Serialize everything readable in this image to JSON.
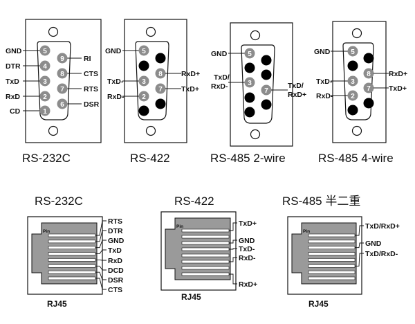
{
  "db9": {
    "rs232c": {
      "caption": "RS-232C",
      "left_labels": [
        {
          "pin": "5",
          "label": "GND"
        },
        {
          "pin": "4",
          "label": "DTR"
        },
        {
          "pin": "3",
          "label": "TxD"
        },
        {
          "pin": "2",
          "label": "RxD"
        },
        {
          "pin": "1",
          "label": "CD"
        }
      ],
      "right_labels": [
        {
          "pin": "9",
          "label": "RI"
        },
        {
          "pin": "8",
          "label": "CTS"
        },
        {
          "pin": "7",
          "label": "RTS"
        },
        {
          "pin": "6",
          "label": "DSR"
        }
      ]
    },
    "rs422": {
      "caption": "RS-422",
      "left_labels": [
        {
          "pin": "5",
          "label": "GND"
        },
        {
          "pin": "3",
          "label": "TxD-"
        },
        {
          "pin": "2",
          "label": "RxD-"
        }
      ],
      "right_labels": [
        {
          "pin": "8",
          "label": "RxD+"
        },
        {
          "pin": "7",
          "label": "TxD+"
        }
      ]
    },
    "rs485_2wire": {
      "caption": "RS-485 2-wire",
      "left_labels": [
        {
          "pin": "5",
          "label": "GND"
        },
        {
          "pin": "3",
          "label": "TxD/",
          "label2": "RxD-"
        }
      ],
      "right_labels": [
        {
          "pin": "7",
          "label": "TxD/",
          "label2": "RxD+"
        }
      ]
    },
    "rs485_4wire": {
      "caption": "RS-485 4-wire",
      "left_labels": [
        {
          "pin": "5",
          "label": "GND"
        },
        {
          "pin": "3",
          "label": "TxD-"
        },
        {
          "pin": "2",
          "label": "RxD-"
        }
      ],
      "right_labels": [
        {
          "pin": "8",
          "label": "RxD+"
        },
        {
          "pin": "7",
          "label": "TxD+"
        }
      ]
    }
  },
  "rj45": {
    "connector_label": "RJ45",
    "pin_marker": "Pin",
    "rs232c": {
      "title": "RS-232C",
      "labels": [
        "RTS",
        "DTR",
        "GND",
        "TxD",
        "RxD",
        "DCD",
        "DSR",
        "CTS"
      ]
    },
    "rs422": {
      "title": "RS-422",
      "labels": [
        "TxD+",
        "GND",
        "TxD-",
        "RxD-",
        "RxD+"
      ]
    },
    "rs485": {
      "title": "RS-485 半二重",
      "labels": [
        "TxD/RxD+",
        "GND",
        "TxD/RxD-"
      ]
    }
  },
  "colors": {
    "pin_gray": "#8c8c8c",
    "pin_black": "#000000",
    "plate_gray": "#9a9a9a",
    "line": "#111111"
  }
}
